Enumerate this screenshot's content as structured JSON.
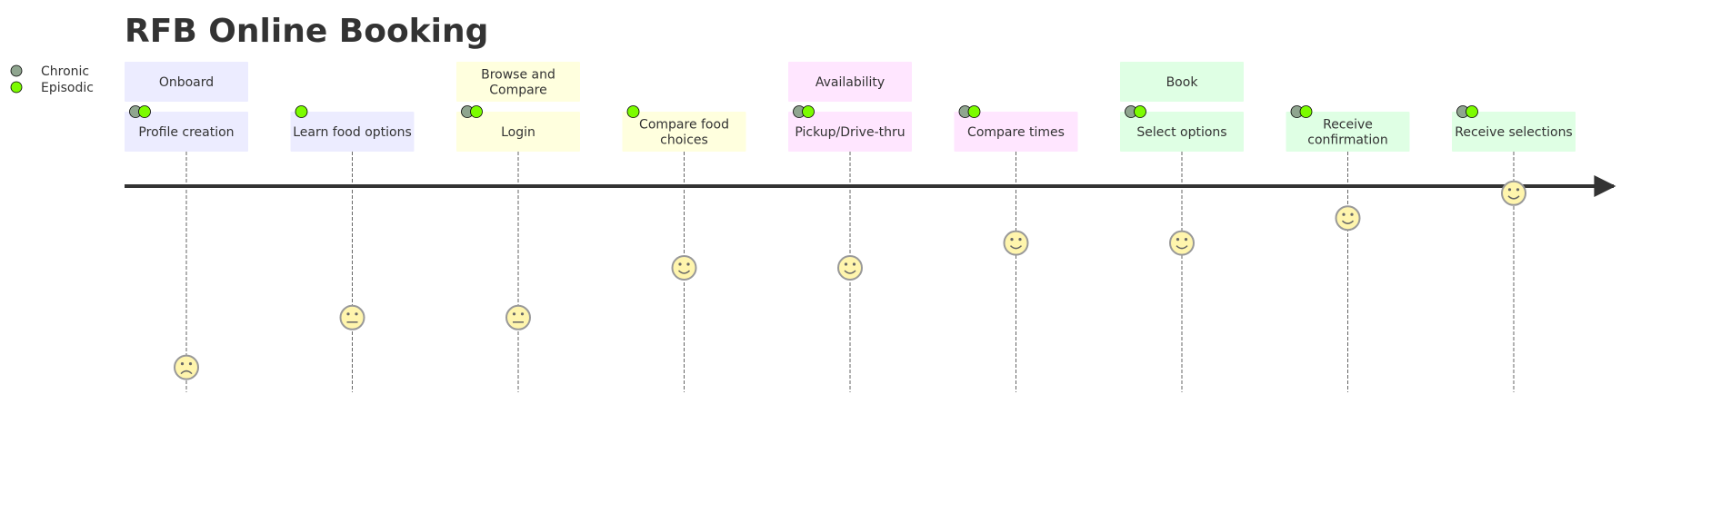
{
  "title": "RFB Online Booking",
  "legend": [
    {
      "name": "Chronic",
      "color": "#8fa58f"
    },
    {
      "name": "Episodic",
      "color": "#7cfc00"
    }
  ],
  "sections": [
    {
      "label": [
        "Onboard"
      ],
      "color": "#ececff",
      "tasks": [
        0
      ]
    },
    {
      "label": [
        "Browse and",
        "Compare"
      ],
      "color": "#ffffde",
      "tasks": [
        2
      ]
    },
    {
      "label": [
        "Availability"
      ],
      "color": "#ffe6ff",
      "tasks": [
        4
      ]
    },
    {
      "label": [
        "Book"
      ],
      "color": "#dfffe4",
      "tasks": [
        6
      ]
    }
  ],
  "tasks": [
    {
      "label": [
        "Profile creation"
      ],
      "score": 1,
      "actors": [
        "Chronic",
        "Episodic"
      ],
      "color": "#ececff"
    },
    {
      "label": [
        "Learn food options"
      ],
      "score": 3,
      "actors": [
        "Episodic"
      ],
      "color": "#ececff"
    },
    {
      "label": [
        "Login"
      ],
      "score": 3,
      "actors": [
        "Chronic",
        "Episodic"
      ],
      "color": "#ffffde"
    },
    {
      "label": [
        "Compare food",
        "choices"
      ],
      "score": 5,
      "actors": [
        "Episodic"
      ],
      "color": "#ffffde"
    },
    {
      "label": [
        "Pickup/Drive-thru"
      ],
      "score": 5,
      "actors": [
        "Chronic",
        "Episodic"
      ],
      "color": "#ffe6ff"
    },
    {
      "label": [
        "Compare times"
      ],
      "score": 6,
      "actors": [
        "Chronic",
        "Episodic"
      ],
      "color": "#ffe6ff"
    },
    {
      "label": [
        "Select options"
      ],
      "score": 6,
      "actors": [
        "Chronic",
        "Episodic"
      ],
      "color": "#dfffe4"
    },
    {
      "label": [
        "Receive",
        "confirmation"
      ],
      "score": 7,
      "actors": [
        "Chronic",
        "Episodic"
      ],
      "color": "#dfffe4"
    },
    {
      "label": [
        "Receive selections"
      ],
      "score": 8,
      "actors": [
        "Chronic",
        "Episodic"
      ],
      "color": "#dfffe4"
    }
  ]
}
